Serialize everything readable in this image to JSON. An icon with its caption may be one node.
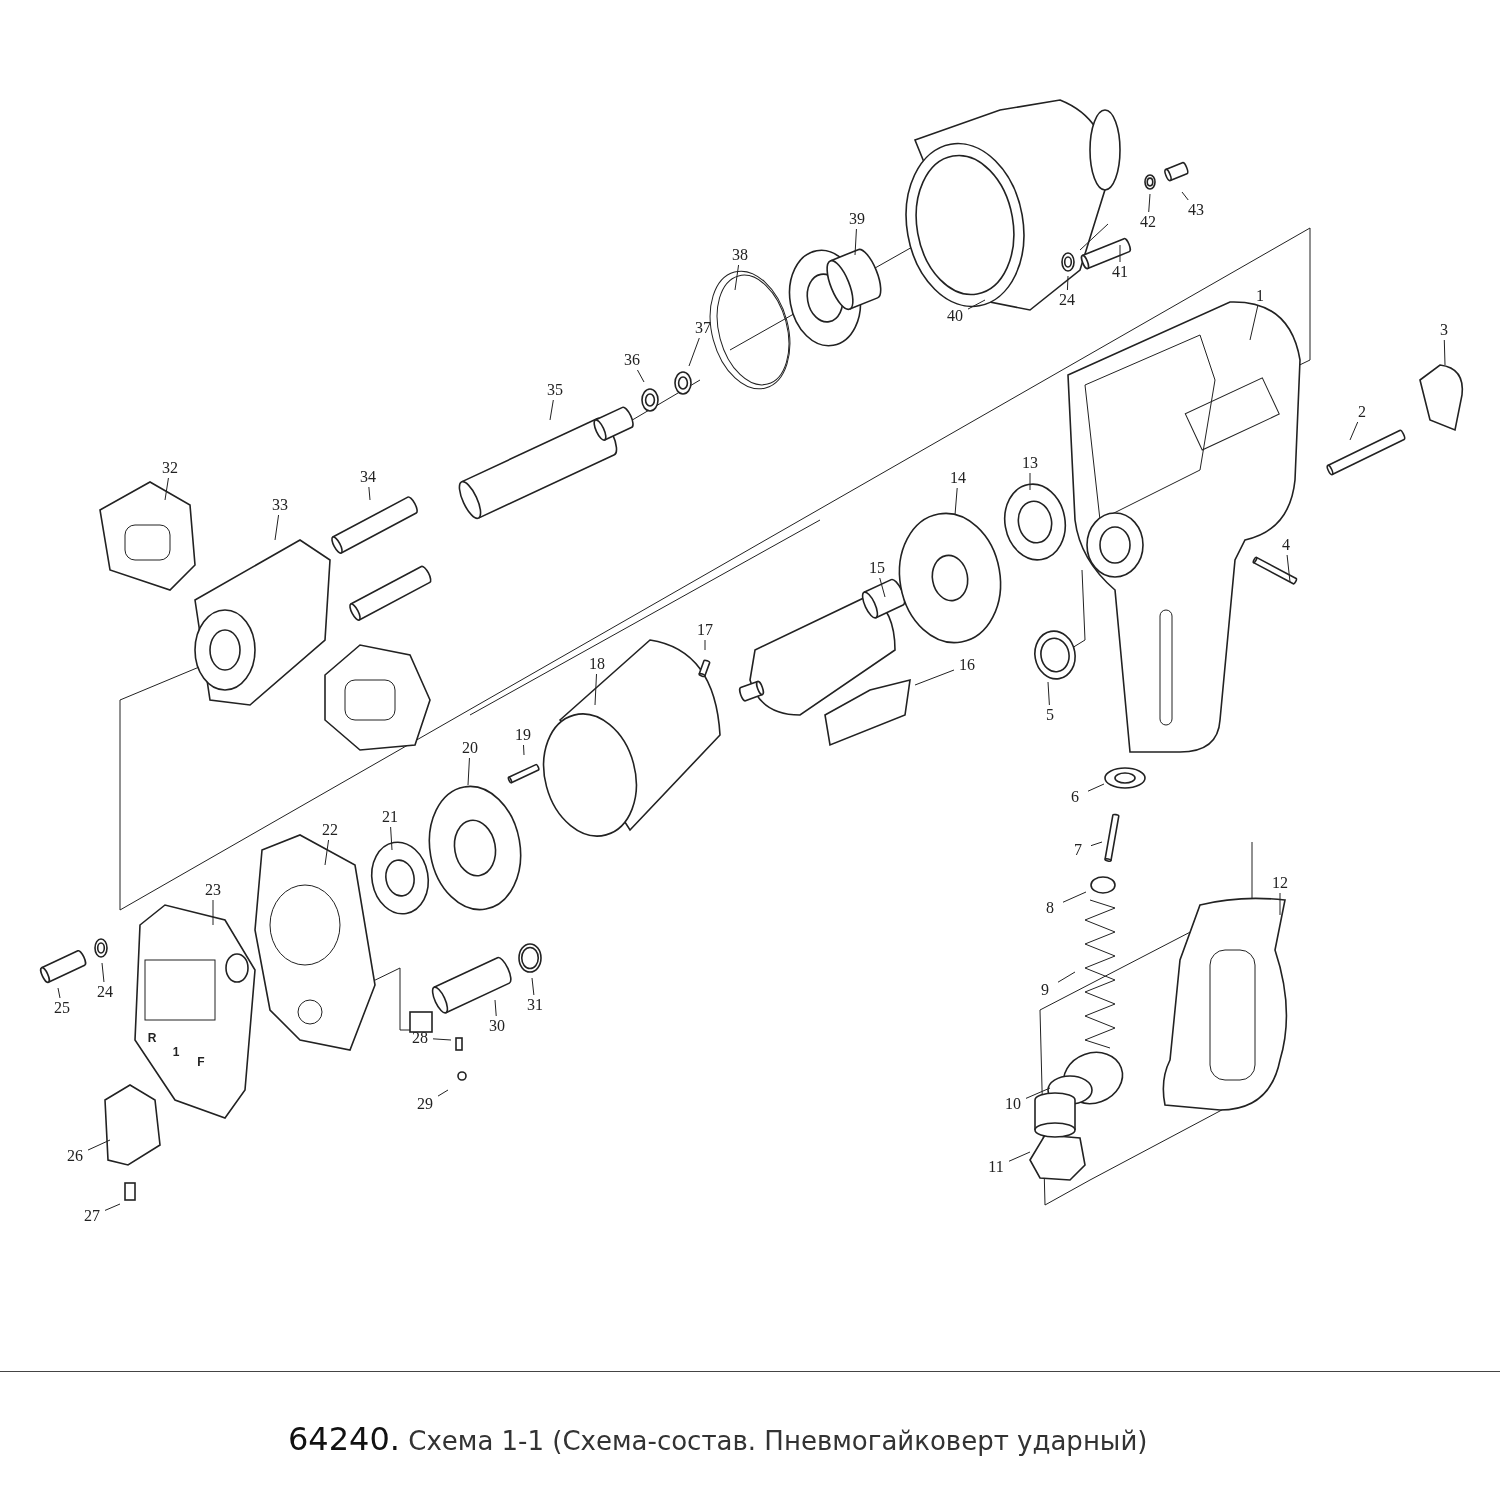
{
  "diagram": {
    "caption": "**64240.** Схема 1-1 (Схема-состав. Пневмогайковерт ударный)",
    "nodes": [
      {
        "text": [
          "1"
        ]
      },
      {
        "text": [
          "2"
        ]
      },
      {
        "text": [
          "3"
        ]
      },
      {
        "text": [
          "4"
        ]
      },
      {
        "text": [
          "5"
        ]
      },
      {
        "text": [
          "6"
        ]
      },
      {
        "text": [
          "7"
        ]
      },
      {
        "text": [
          "8"
        ]
      },
      {
        "text": [
          "9"
        ]
      },
      {
        "text": [
          "10"
        ]
      },
      {
        "text": [
          "11"
        ]
      },
      {
        "text": [
          "12"
        ]
      },
      {
        "text": [
          "13"
        ]
      },
      {
        "text": [
          "14"
        ]
      },
      {
        "text": [
          "15"
        ]
      },
      {
        "text": [
          "16"
        ]
      },
      {
        "text": [
          "17"
        ]
      },
      {
        "text": [
          "18"
        ]
      },
      {
        "text": [
          "19"
        ]
      },
      {
        "text": [
          "20"
        ]
      },
      {
        "text": [
          "21"
        ]
      },
      {
        "text": [
          "22"
        ]
      },
      {
        "text": [
          "23"
        ]
      },
      {
        "text": [
          "24"
        ]
      },
      {
        "text": [
          "25"
        ]
      },
      {
        "text": [
          "26"
        ]
      },
      {
        "text": [
          "27"
        ]
      },
      {
        "text": [
          "28"
        ]
      },
      {
        "text": [
          "29"
        ]
      },
      {
        "text": [
          "30"
        ]
      },
      {
        "text": [
          "31"
        ]
      },
      {
        "text": [
          "32"
        ]
      },
      {
        "text": [
          "33"
        ]
      },
      {
        "text": [
          "34"
        ]
      },
      {
        "text": [
          "35"
        ]
      },
      {
        "text": [
          "36"
        ]
      },
      {
        "text": [
          "37"
        ]
      },
      {
        "text": [
          "38"
        ]
      },
      {
        "text": [
          "39"
        ]
      },
      {
        "text": [
          "40"
        ]
      },
      {
        "text": [
          "24"
        ]
      },
      {
        "text": [
          "41"
        ]
      },
      {
        "text": [
          "42"
        ]
      },
      {
        "text": [
          "43"
        ]
      }
    ],
    "edges": [
      {
        "from": 0,
        "to": null,
        "arrow": "none"
      },
      {
        "from": 1,
        "to": null,
        "arrow": "none"
      },
      {
        "from": 2,
        "to": null,
        "arrow": "none"
      },
      {
        "from": 3,
        "to": null,
        "arrow": "none"
      },
      {
        "from": 4,
        "to": null,
        "arrow": "none"
      },
      {
        "from": 5,
        "to": null,
        "arrow": "none"
      },
      {
        "from": 6,
        "to": null,
        "arrow": "none"
      },
      {
        "from": 7,
        "to": null,
        "arrow": "none"
      },
      {
        "from": 8,
        "to": null,
        "arrow": "none"
      },
      {
        "from": 9,
        "to": null,
        "arrow": "none"
      },
      {
        "from": 10,
        "to": null,
        "arrow": "none"
      },
      {
        "from": 11,
        "to": null,
        "arrow": "none"
      },
      {
        "from": 12,
        "to": null,
        "arrow": "none"
      },
      {
        "from": 13,
        "to": null,
        "arrow": "none"
      },
      {
        "from": 14,
        "to": null,
        "arrow": "none"
      },
      {
        "from": 15,
        "to": null,
        "arrow": "none"
      },
      {
        "from": 16,
        "to": null,
        "arrow": "none"
      },
      {
        "from": 17,
        "to": null,
        "arrow": "none"
      },
      {
        "from": 18,
        "to": null,
        "arrow": "none"
      },
      {
        "from": 19,
        "to": null,
        "arrow": "none"
      },
      {
        "from": 20,
        "to": null,
        "arrow": "none"
      },
      {
        "from": 21,
        "to": null,
        "arrow": "none"
      },
      {
        "from": 22,
        "to": null,
        "arrow": "none"
      },
      {
        "from": 23,
        "to": null,
        "arrow": "none"
      },
      {
        "from": 24,
        "to": null,
        "arrow": "none"
      },
      {
        "from": 25,
        "to": null,
        "arrow": "none"
      },
      {
        "from": 26,
        "to": null,
        "arrow": "none"
      },
      {
        "from": 27,
        "to": null,
        "arrow": "none"
      },
      {
        "from": 28,
        "to": null,
        "arrow": "none"
      },
      {
        "from": 29,
        "to": null,
        "arrow": "none"
      },
      {
        "from": 30,
        "to": null,
        "arrow": "none"
      },
      {
        "from": 31,
        "to": null,
        "arrow": "none"
      },
      {
        "from": 32,
        "to": null,
        "arrow": "none"
      },
      {
        "from": 33,
        "to": null,
        "arrow": "none"
      },
      {
        "from": 34,
        "to": null,
        "arrow": "none"
      },
      {
        "from": 35,
        "to": null,
        "arrow": "none"
      },
      {
        "from": 36,
        "to": null,
        "arrow": "none"
      },
      {
        "from": 37,
        "to": null,
        "arrow": "none"
      },
      {
        "from": 38,
        "to": null,
        "arrow": "none"
      },
      {
        "from": 39,
        "to": null,
        "arrow": "none"
      },
      {
        "from": 40,
        "to": null,
        "arrow": "none"
      },
      {
        "from": 41,
        "to": null,
        "arrow": "none"
      },
      {
        "from": 42,
        "to": null,
        "arrow": "none"
      },
      {
        "from": 43,
        "to": null,
        "arrow": "none"
      }
    ],
    "labels": [
      "R",
      "1",
      "F"
    ]
  }
}
